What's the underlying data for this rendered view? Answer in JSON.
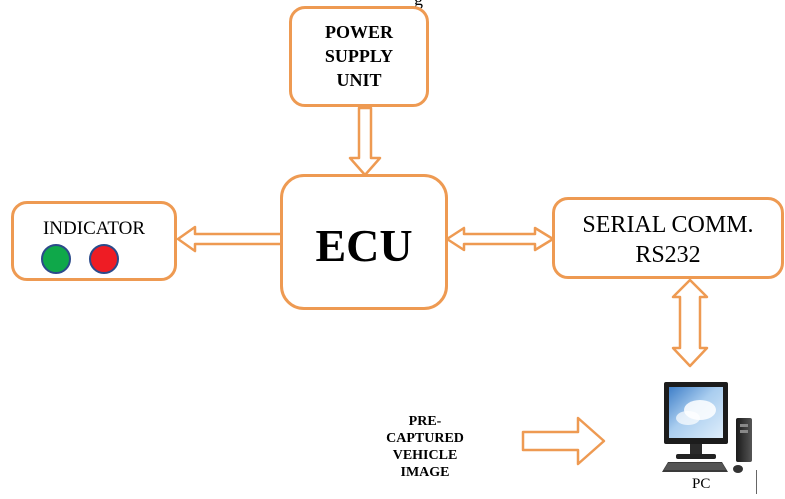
{
  "header_fragment": "g",
  "blocks": {
    "power_supply": {
      "line1": "POWER",
      "line2": "SUPPLY",
      "line3": "UNIT"
    },
    "ecu": {
      "label": "ECU"
    },
    "indicator": {
      "label": "INDICATOR"
    },
    "serial": {
      "line1": "SERIAL COMM.",
      "line2": "RS232"
    },
    "pc": {
      "label": "PC"
    }
  },
  "input_label": {
    "line1": "PRE-",
    "line2": "CAPTURED",
    "line3": "VEHICLE",
    "line4": "IMAGE"
  },
  "colors": {
    "block_border": "#ee9a52",
    "arrow_stroke": "#ee9a52",
    "led_green": "#0fa84a",
    "led_red": "#ee1c24",
    "led_outline": "#2b4a8a"
  }
}
